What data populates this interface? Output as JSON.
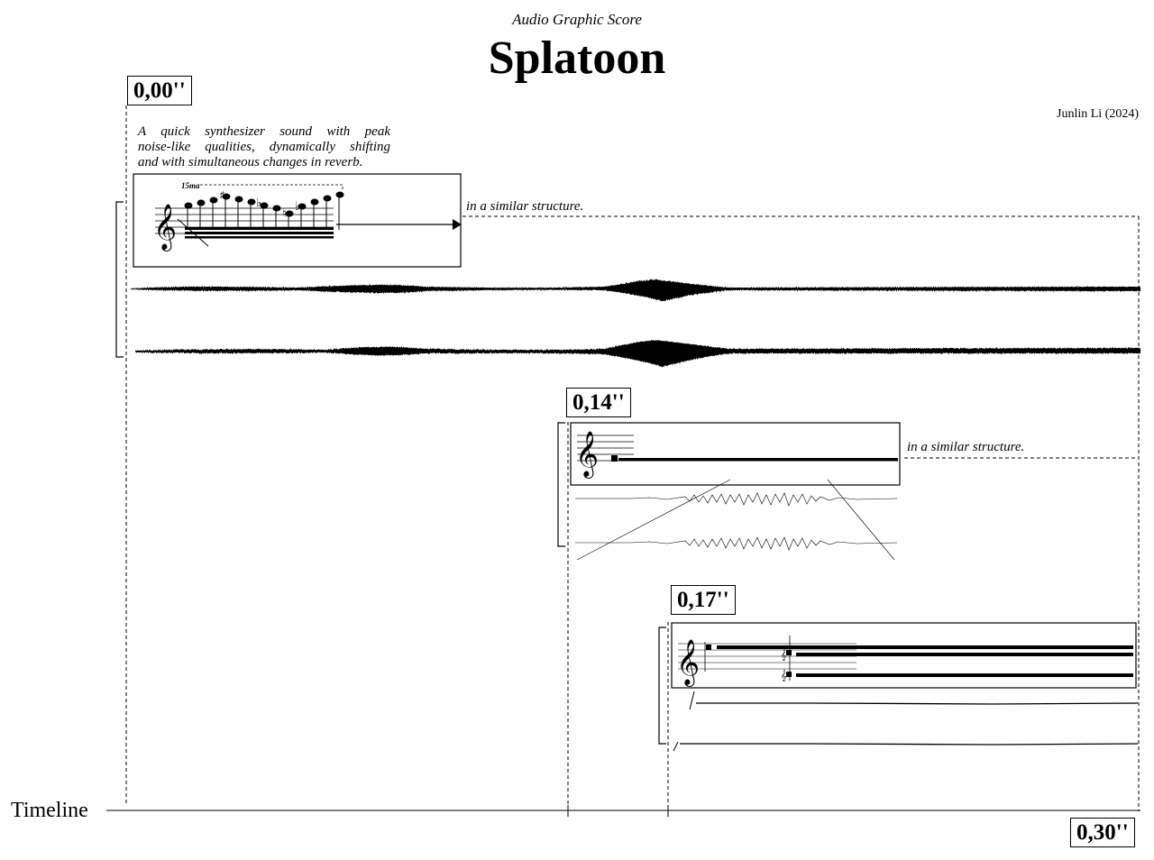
{
  "header": {
    "subtitle": "Audio Graphic Score",
    "title": "Splatoon",
    "composer": "Junlin Li (2024)"
  },
  "timeline": {
    "label": "Timeline",
    "end_marker": "0,30''"
  },
  "sections": [
    {
      "time_marker": "0,00''",
      "description": [
        "A quick synthesizer sound with peak",
        "noise-like qualities, dynamically shifting",
        "and with simultaneous changes in reverb."
      ],
      "notation_marking": "15ma",
      "continuation_note": "in a similar structure."
    },
    {
      "time_marker": "0,14''",
      "continuation_note": "in a similar structure."
    },
    {
      "time_marker": "0,17''"
    }
  ],
  "icons": {
    "treble_clef": "treble-clef-icon",
    "arrow": "arrow-right-icon",
    "sharp": "sharp-icon",
    "flat": "flat-icon",
    "natural": "natural-icon"
  }
}
